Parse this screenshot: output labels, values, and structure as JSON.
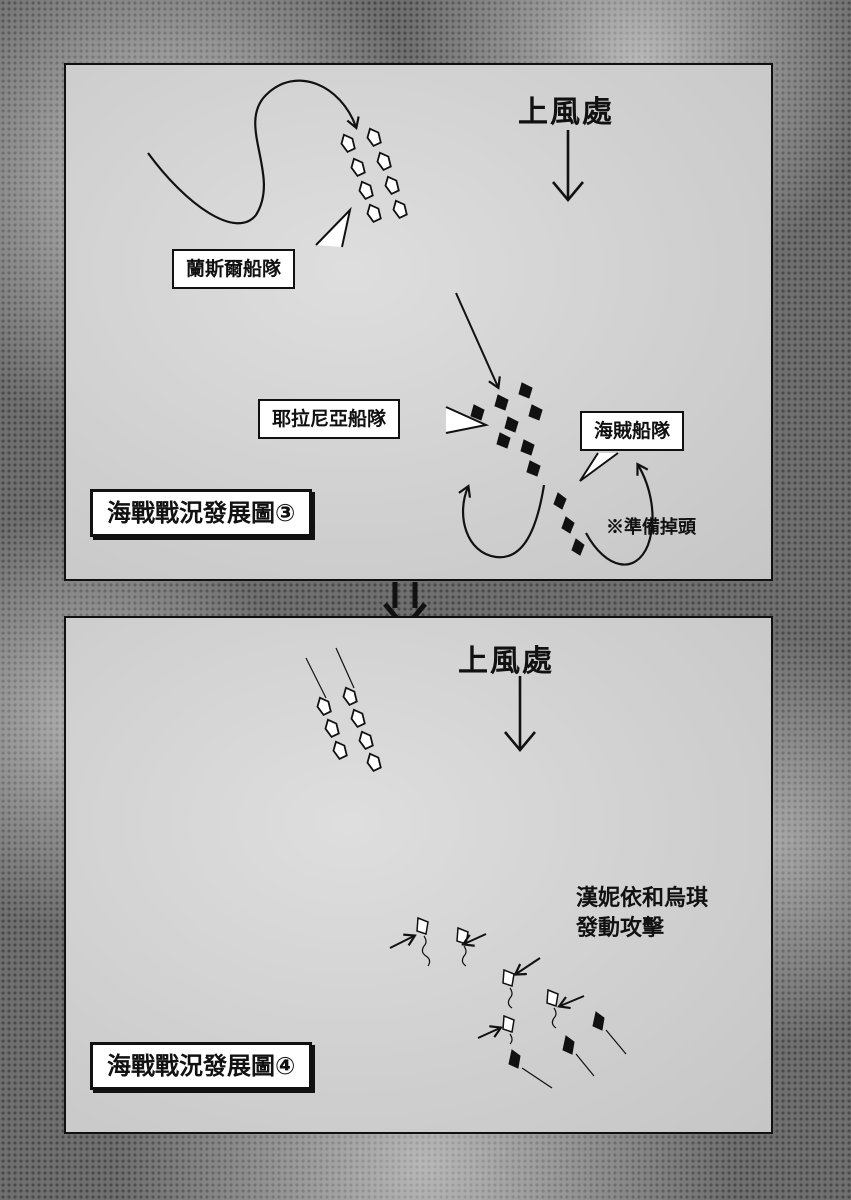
{
  "panel3": {
    "wind_label": "上風處",
    "fleet_lancel": "蘭斯爾船隊",
    "fleet_erania": "耶拉尼亞船隊",
    "fleet_pirate": "海賊船隊",
    "note": "※準備掉頭",
    "title": "海戰戰況發展圖③"
  },
  "panel4": {
    "wind_label": "上風處",
    "attack_line1": "漢妮依和烏琪",
    "attack_line2": "發動攻擊",
    "title": "海戰戰況發展圖④"
  },
  "colors": {
    "ink": "#111111",
    "panel": "#d4d4d4",
    "ship_light": "#ffffff",
    "ship_dark": "#111111"
  }
}
